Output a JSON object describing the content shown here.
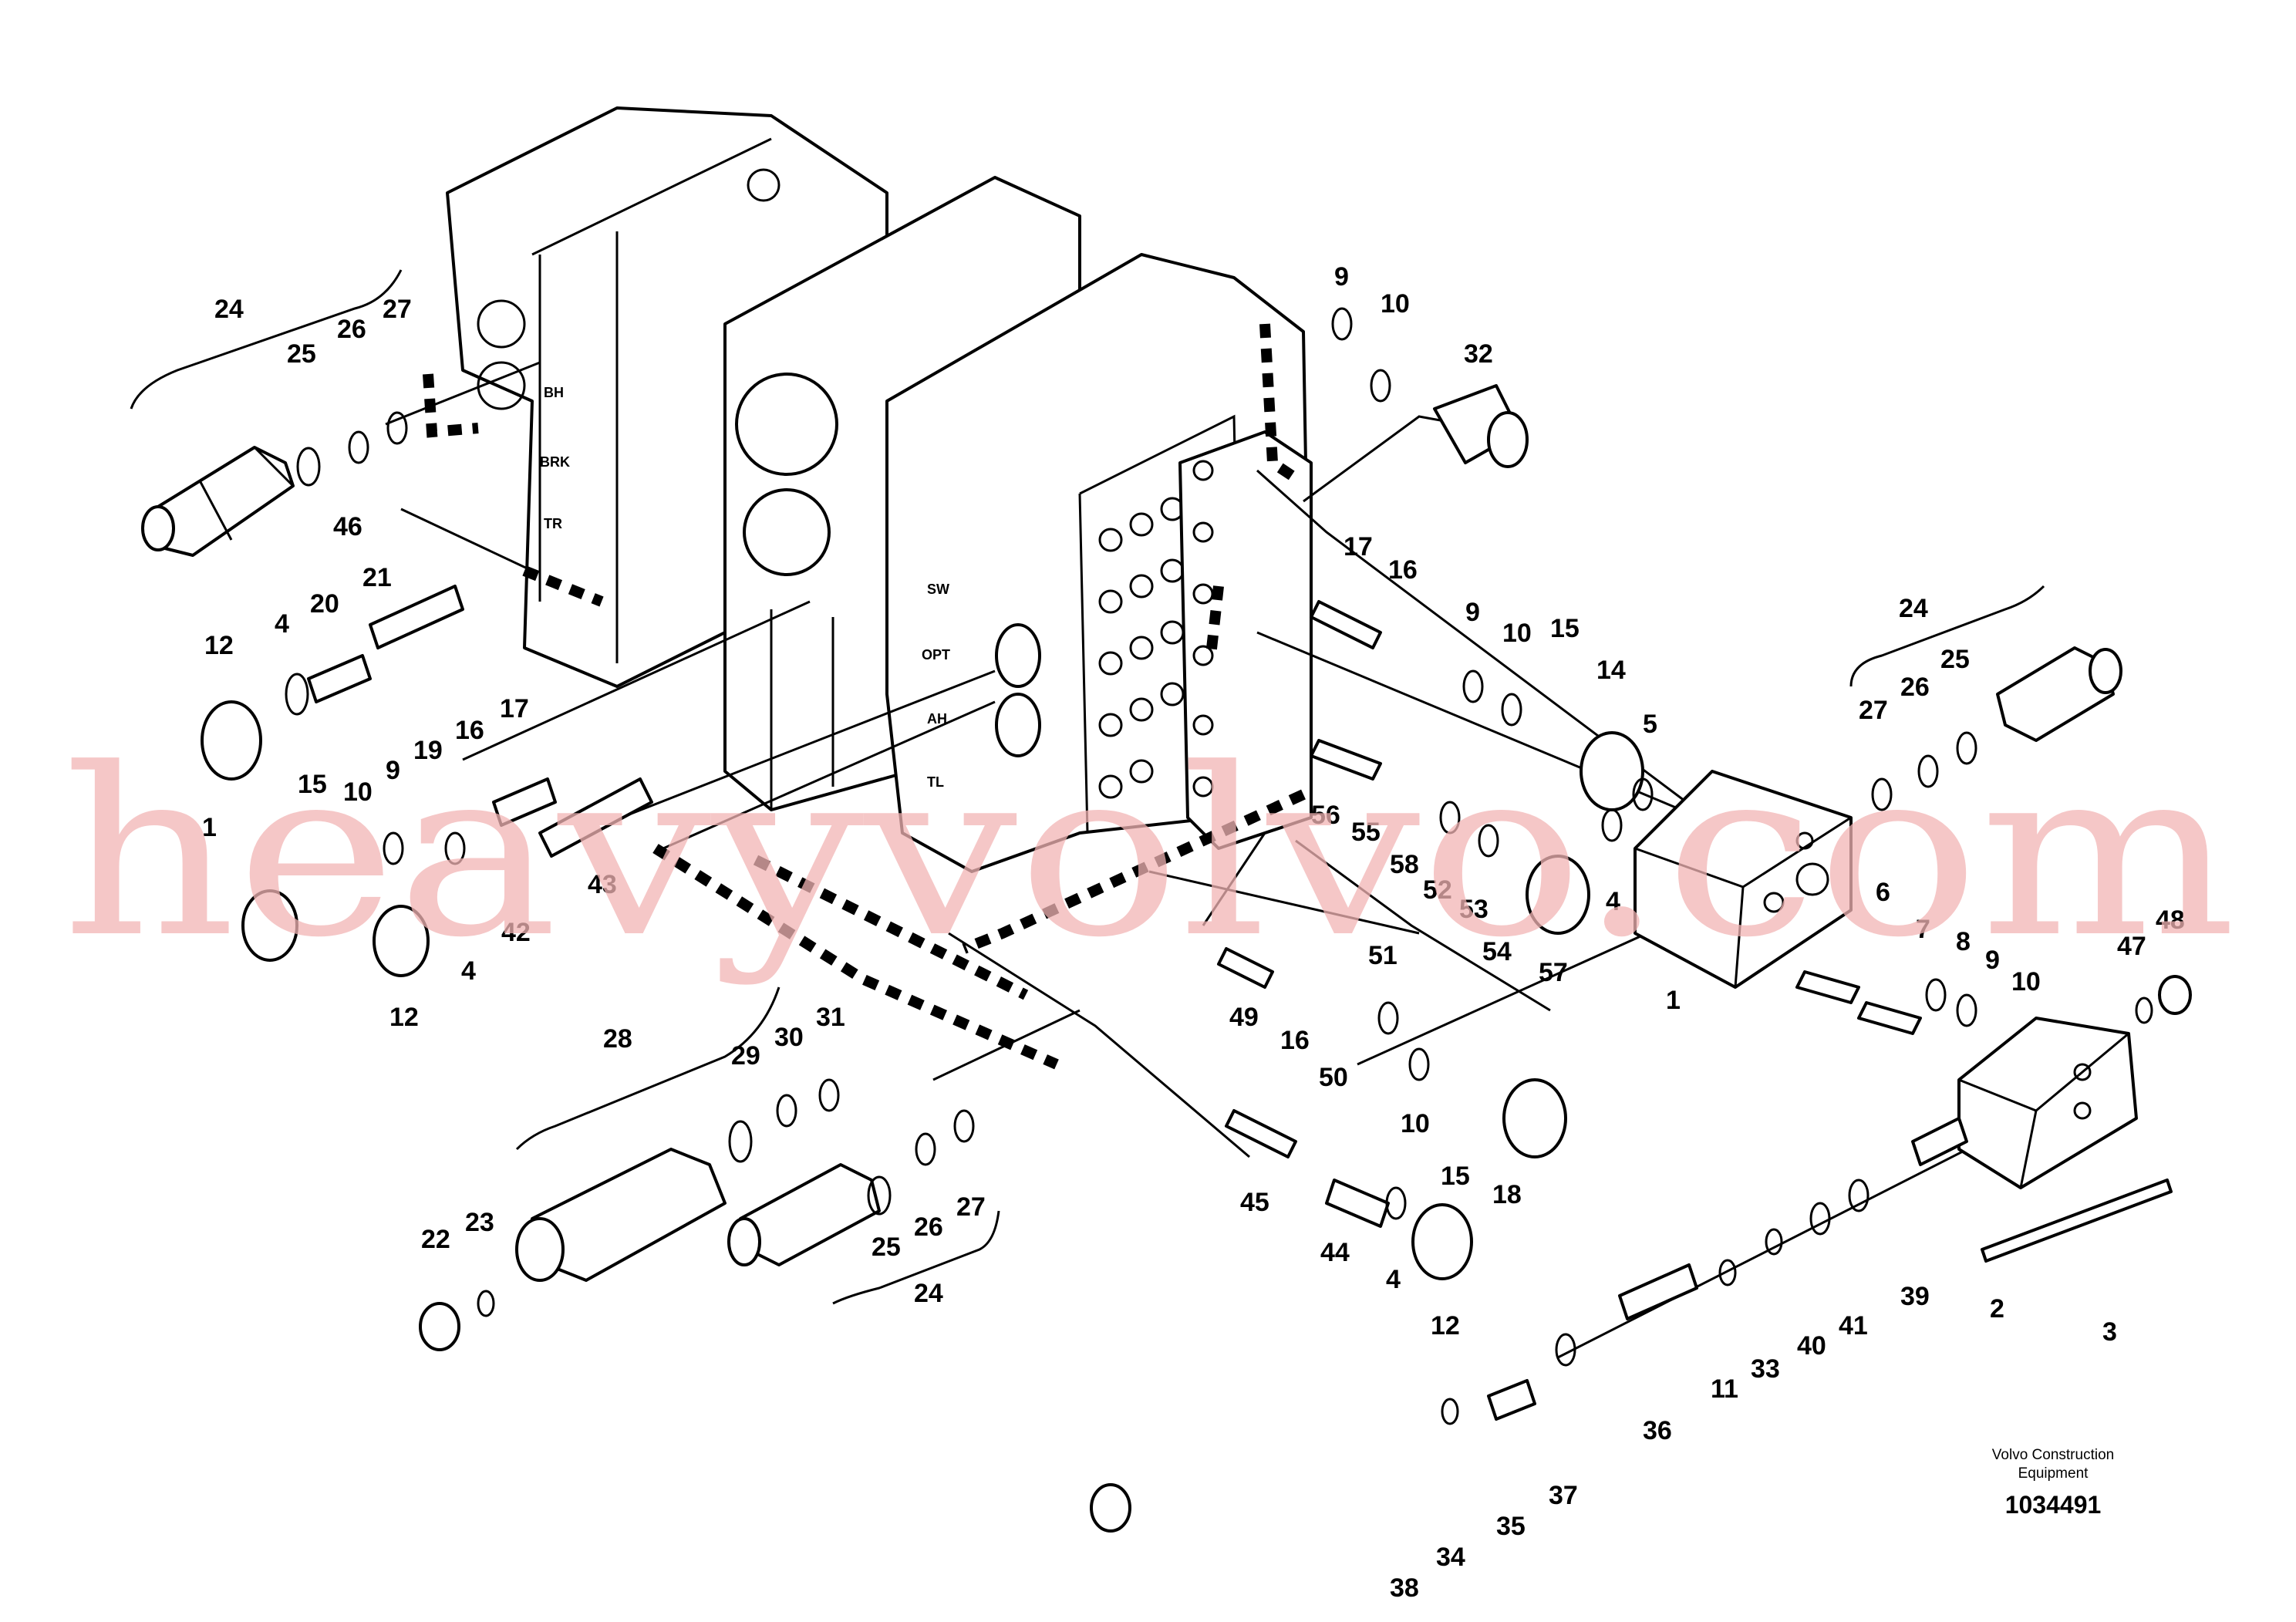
{
  "watermark": "heavyvolvo.com",
  "port_labels": [
    "BH",
    "BRK",
    "TR",
    "SW",
    "OPT",
    "AH",
    "TL"
  ],
  "footer": {
    "company": "Volvo Construction",
    "company2": "Equipment",
    "drawing_number": "1034491"
  },
  "callouts": [
    "24",
    "25",
    "26",
    "27",
    "46",
    "21",
    "20",
    "4",
    "12",
    "17",
    "16",
    "19",
    "9",
    "10",
    "15",
    "1",
    "43",
    "42",
    "4",
    "12",
    "28",
    "29",
    "30",
    "31",
    "22",
    "23",
    "25",
    "26",
    "27",
    "24",
    "9",
    "10",
    "32",
    "17",
    "16",
    "9",
    "10",
    "15",
    "14",
    "5",
    "4",
    "56",
    "55",
    "58",
    "52",
    "53",
    "54",
    "57",
    "51",
    "49",
    "16",
    "50",
    "10",
    "15",
    "18",
    "45",
    "44",
    "4",
    "12",
    "24",
    "27",
    "26",
    "25",
    "1",
    "6",
    "7",
    "8",
    "9",
    "10",
    "47",
    "48",
    "2",
    "3",
    "39",
    "41",
    "40",
    "33",
    "11",
    "36",
    "37",
    "35",
    "34",
    "38"
  ]
}
